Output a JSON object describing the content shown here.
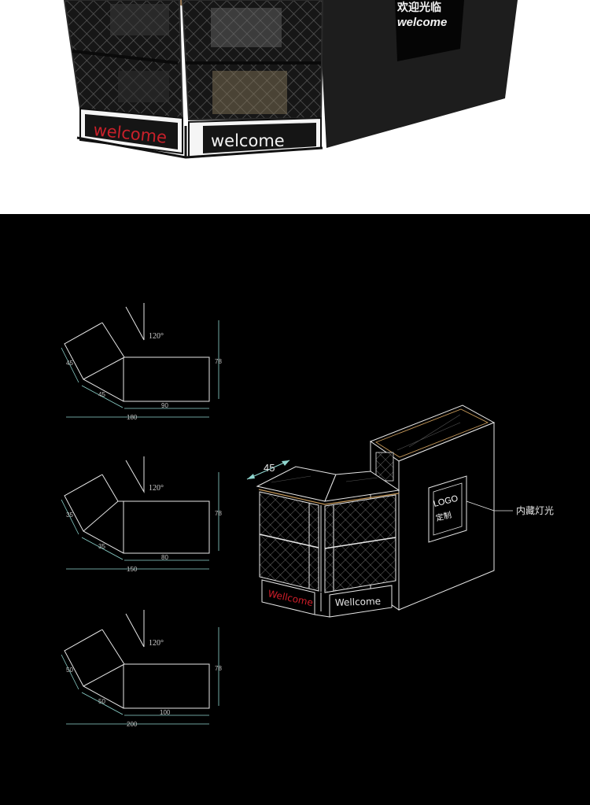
{
  "photo": {
    "sign_cn": "欢迎光临",
    "sign_en": "welcome",
    "panel_left_text": "welcome",
    "panel_right_text": "welcome",
    "colors": {
      "top_wood": "#9a7a55",
      "body": "#1c1c1c",
      "red_text": "#c8202a",
      "white_text": "#f2f2f2"
    }
  },
  "drawing": {
    "background": "#000000",
    "line_color": "#e6e6e6",
    "dim_color": "#8fd6cf",
    "plans": [
      {
        "angle_label": "120°",
        "side_a": "45",
        "side_b": "45",
        "front": "90",
        "total": "180",
        "height": "78"
      },
      {
        "angle_label": "120°",
        "side_a": "35",
        "side_b": "35",
        "front": "80",
        "total": "150",
        "height": "78"
      },
      {
        "angle_label": "120°",
        "side_a": "50",
        "side_b": "50",
        "front": "100",
        "total": "200",
        "height": "78"
      }
    ],
    "iso": {
      "dimension_label": "45",
      "panel_left_text": "Wellcome",
      "panel_right_text": "Wellcome",
      "logo_line1": "LOGO",
      "logo_line2": "定制",
      "callout": "内藏灯光",
      "colors": {
        "top_edge": "#c89a5a",
        "red_text": "#d11e2a"
      }
    }
  }
}
